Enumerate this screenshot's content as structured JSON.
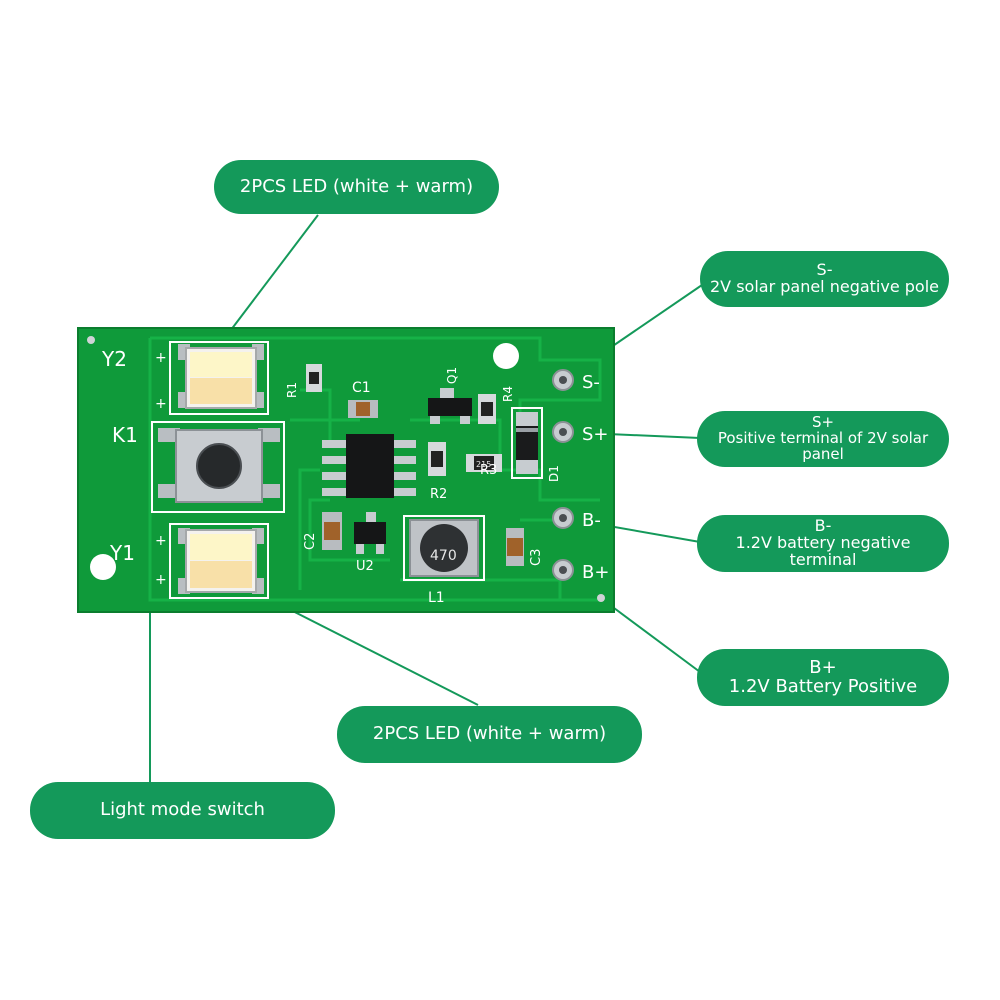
{
  "colors": {
    "label_bg": "#14995a",
    "label_text": "#ffffff",
    "leader_line": "#14995a",
    "pcb": "#0f9a3a",
    "silkscreen": "#ffffff"
  },
  "callouts": {
    "led_top": "2PCS LED (white + warm)",
    "led_bottom": "2PCS LED (white + warm)",
    "switch": "Light mode switch",
    "s_minus_title": "S-",
    "s_minus_desc": "2V solar panel negative pole",
    "s_plus_title": "S+",
    "s_plus_desc_1": "Positive terminal of 2V solar",
    "s_plus_desc_2": "panel",
    "b_minus_title": "B-",
    "b_minus_desc_1": "1.2V battery negative",
    "b_minus_desc_2": "terminal",
    "b_plus_title": "B+",
    "b_plus_desc": "1.2V Battery Positive"
  },
  "board": {
    "silk_y2": "Y2",
    "silk_y1": "Y1",
    "silk_k1": "K1",
    "silk_r1": "R1",
    "silk_c1": "C1",
    "silk_q1": "Q1",
    "silk_r4": "R4",
    "silk_r3": "R3",
    "silk_r2": "R2",
    "silk_d1": "D1",
    "silk_c2": "C2",
    "silk_u2": "U2",
    "silk_l1": "L1",
    "silk_c3": "C3",
    "silk_s_minus": "S-",
    "silk_s_plus": "S+",
    "silk_b_minus": "B-",
    "silk_b_plus": "B+",
    "silk_plus": "+",
    "inductor_marking": "470",
    "small_marking": "215"
  }
}
